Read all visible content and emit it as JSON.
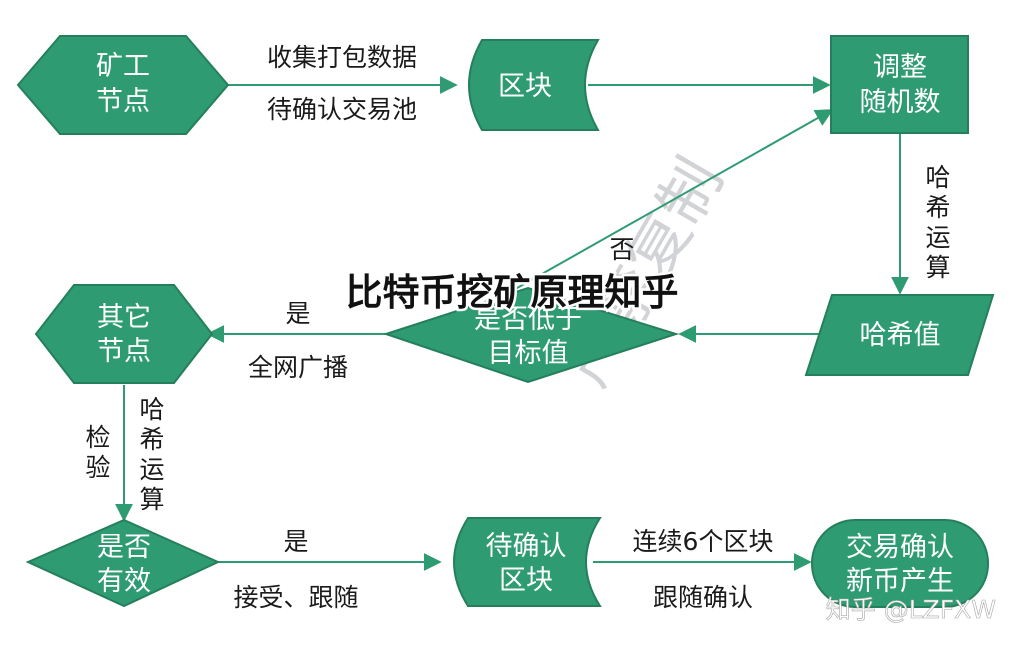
{
  "colors": {
    "node_fill": "#2e9b73",
    "node_stroke": "#257f5d",
    "edge": "#2e9b73",
    "text_on_node": "#ffffff",
    "label": "#1a1a1a"
  },
  "overlay_title": "比特币挖矿原理知乎",
  "watermark": "严禁复制",
  "brand_watermark": "知乎 @LZFXW",
  "nodes": {
    "miner": [
      "矿工",
      "节点"
    ],
    "block": [
      "区块"
    ],
    "random": [
      "调整",
      "随机数"
    ],
    "hash_value": [
      "哈希值"
    ],
    "decision_target": [
      "是否低于",
      "目标值"
    ],
    "other_nodes": [
      "其它",
      "节点"
    ],
    "valid": [
      "是否",
      "有效"
    ],
    "pending_block": [
      "待确认",
      "区块"
    ],
    "confirmed": [
      "交易确认",
      "新币产生"
    ]
  },
  "edge_labels": {
    "collect": "收集打包数据",
    "pool": "待确认交易池",
    "hash_calc": [
      "哈",
      "希",
      "运",
      "算"
    ],
    "no": "否",
    "yes_broadcast": "是",
    "broadcast": "全网广播",
    "verify": [
      "检",
      "验"
    ],
    "hash_calc2": [
      "哈",
      "希",
      "运",
      "算"
    ],
    "yes_accept": "是",
    "accept": "接受、跟随",
    "six_blocks": "连续6个区块",
    "follow_confirm": "跟随确认"
  }
}
